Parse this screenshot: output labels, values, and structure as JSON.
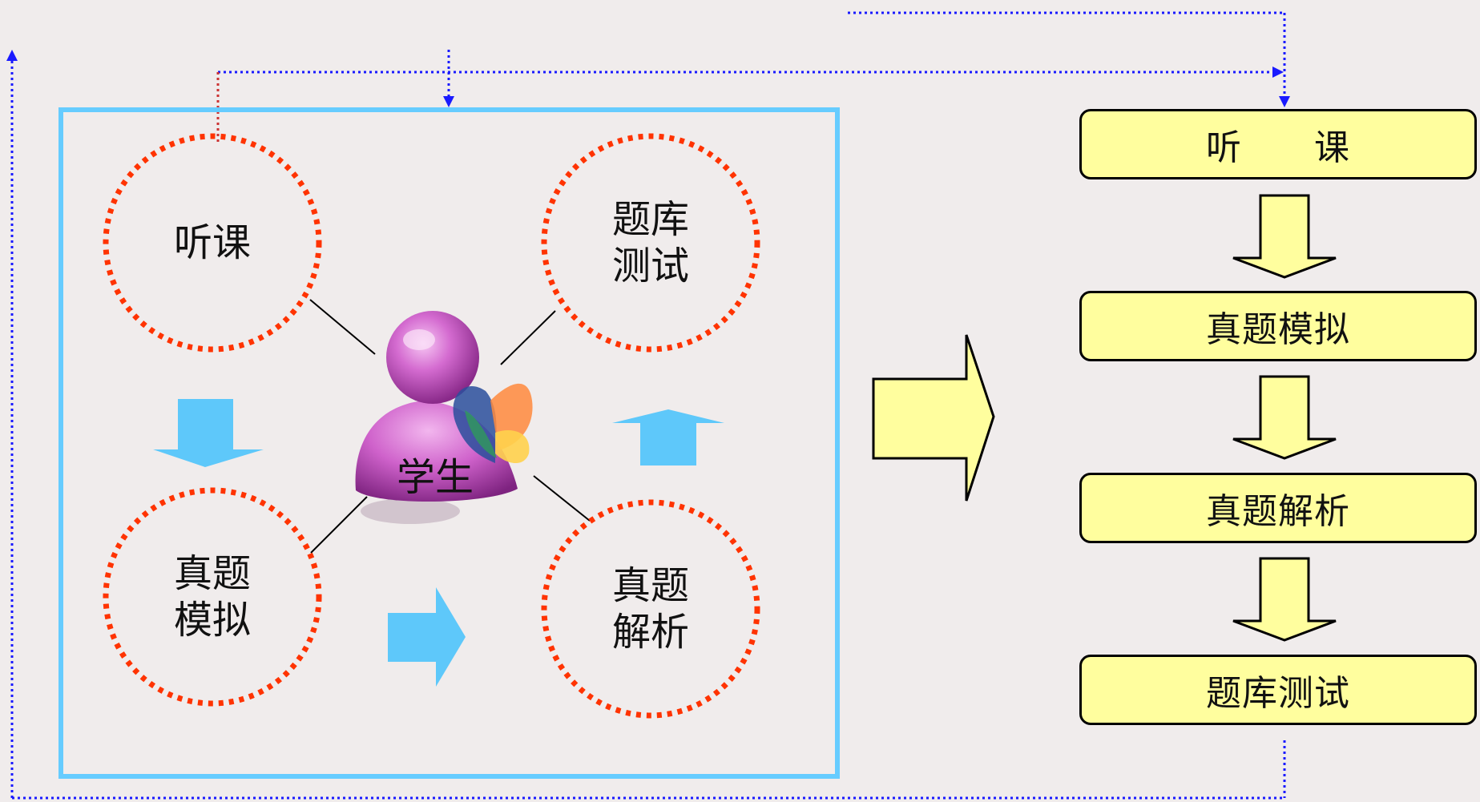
{
  "colors": {
    "background": "#f0ecec",
    "frame": "#66ccff",
    "circle_border": "#ff3300",
    "blue_arrow": "#5ec8fa",
    "yellow_fill": "#fffe9e",
    "dotted_blue": "#1a1aff",
    "dotted_red": "#cc3333",
    "student_figure": "#cc55cc"
  },
  "cycle": {
    "center_label": "学生",
    "top_left": "听课",
    "top_right_line1": "题库",
    "top_right_line2": "测试",
    "bottom_left_line1": "真题",
    "bottom_left_line2": "模拟",
    "bottom_right_line1": "真题",
    "bottom_right_line2": "解析"
  },
  "flow": {
    "step1": "听　　课",
    "step2": "真题模拟",
    "step3": "真题解析",
    "step4": "题库测试"
  },
  "icons": {
    "student": "student-user-icon",
    "big_arrow": "big-right-arrow-icon"
  }
}
